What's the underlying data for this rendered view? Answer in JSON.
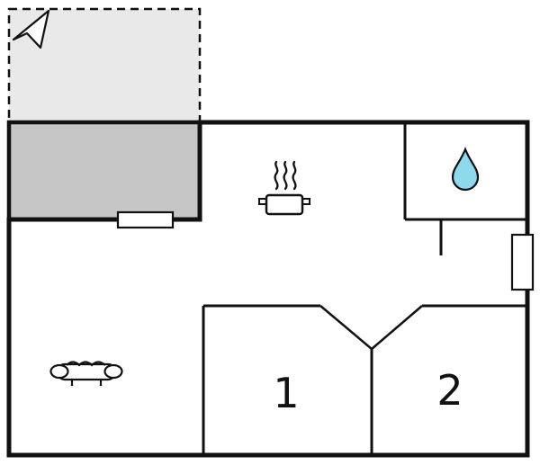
{
  "floorplan": {
    "title": "holiday-home-floor-plan",
    "rooms": {
      "room1_label": "1",
      "room2_label": "2"
    },
    "icons": {
      "north_arrow": "north-arrow",
      "cooking_pot": "cooking-pot-with-steam",
      "water_drop": "water-drop",
      "sofa": "sofa"
    },
    "colors": {
      "background": "#ffffff",
      "wall": "#111111",
      "terrace_open_fill": "#e9e9e9",
      "terrace_covered_fill": "#c6c6c6",
      "water_drop_fill": "#8fd9ec",
      "fixture_fill": "#ffffff"
    }
  }
}
